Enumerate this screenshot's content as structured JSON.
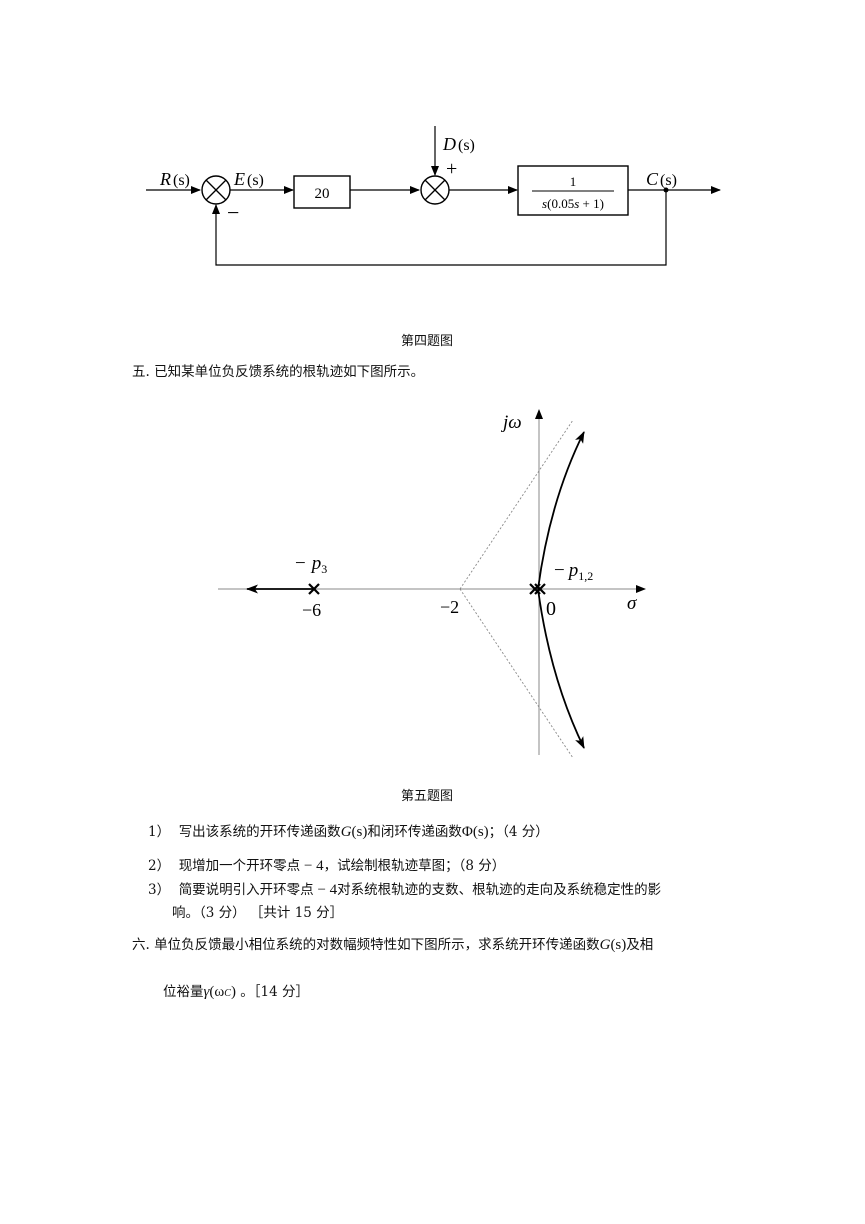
{
  "fig4": {
    "R": "R",
    "E": "E",
    "D": "D",
    "C": "C",
    "s_paren": "(s)",
    "plus": "+",
    "minus": "−",
    "gain": "20",
    "tf_num": "1",
    "tf_den_s": "s",
    "tf_den_rest": "(0.05",
    "tf_den_s2": "s",
    "tf_den_end": " + 1)",
    "caption": "第四题图"
  },
  "q5": {
    "title": "五.  已知某单位负反馈系统的根轨迹如下图所示。",
    "fig": {
      "jw_j": "j",
      "jw_w": "ω",
      "sigma": "σ",
      "p3_minus": "−",
      "p3": "p",
      "p3_sub": "3",
      "p12_minus": "−",
      "p12": "p",
      "p12_sub": "1,2",
      "tick_m6": "−6",
      "tick_m2": "−2",
      "tick_0": "0"
    },
    "caption": "第五题图",
    "item1": {
      "num": "1）",
      "a": "写出该系统的开环传递函数",
      "G": "G",
      "s1": "(s)",
      "b": "和闭环传递函数",
      "Phi": "Φ",
      "s2": "(s)",
      "c": "；（4 分）"
    },
    "item2": {
      "num": "2）",
      "a": "现增加一个开环零点",
      "z": " − 4",
      "b": "，试绘制根轨迹草图；（8 分）"
    },
    "item3": {
      "num": "3）",
      "a": "简要说明引入开环零点",
      "z": " − 4",
      "b": "对系统根轨迹的支数、根轨迹的走向及系统稳定性的影",
      "line2": "响。（3 分）     ［共计 15 分］"
    }
  },
  "q6": {
    "line1a": "六.  单位负反馈最小相位系统的对数幅频特性如下图所示，求系统开环传递函数",
    "G": "G",
    "s": "(s)",
    "line1b": "及相",
    "line2a": "位裕量",
    "gamma": "γ",
    "omega": "(ω",
    "omega_sub": "C",
    "close": ")",
    "line2b": " 。［14 分］"
  }
}
